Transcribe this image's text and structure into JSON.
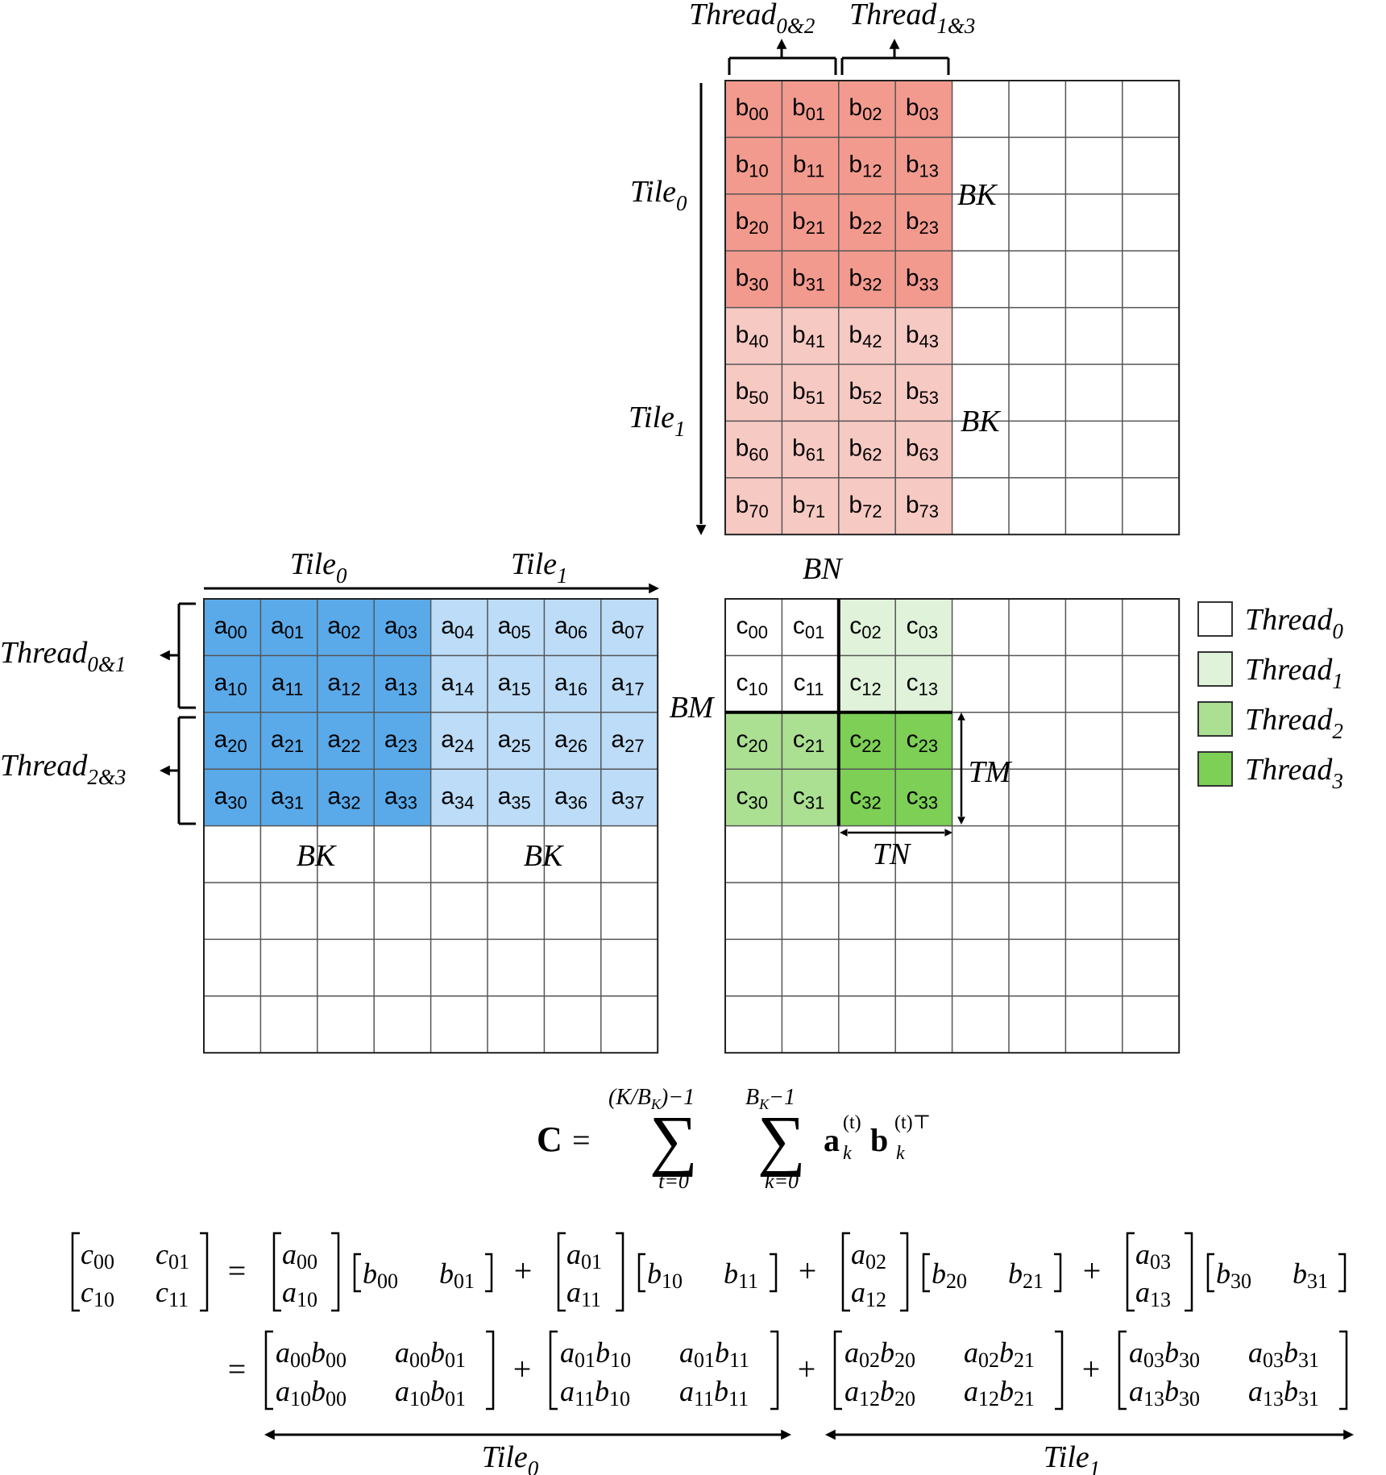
{
  "colors": {
    "b_tile0": "#f29a8e",
    "b_tile1": "#f7c9c3",
    "a_tile0": "#5aaaea",
    "a_tile1": "#bcdcf7",
    "thread0": "#ffffff",
    "thread1": "#e0f3da",
    "thread2": "#abdf92",
    "thread3": "#7dcf55",
    "grid": "#555555"
  },
  "matrixB": {
    "top_thread_labels": [
      {
        "base": "Thread",
        "sub": "0&2"
      },
      {
        "base": "Thread",
        "sub": "1&3"
      }
    ],
    "tile_labels": [
      {
        "base": "Tile",
        "sub": "0"
      },
      {
        "base": "Tile",
        "sub": "1"
      }
    ],
    "dim_labels": [
      "BK",
      "BK"
    ],
    "bottom_label": "BN",
    "cells": [
      [
        "00",
        "01",
        "02",
        "03"
      ],
      [
        "10",
        "11",
        "12",
        "13"
      ],
      [
        "20",
        "21",
        "22",
        "23"
      ],
      [
        "30",
        "31",
        "32",
        "33"
      ],
      [
        "40",
        "41",
        "42",
        "43"
      ],
      [
        "50",
        "51",
        "52",
        "53"
      ],
      [
        "60",
        "61",
        "62",
        "63"
      ],
      [
        "70",
        "71",
        "72",
        "73"
      ]
    ],
    "letter": "b"
  },
  "matrixA": {
    "tile_labels": [
      {
        "base": "Tile",
        "sub": "0"
      },
      {
        "base": "Tile",
        "sub": "1"
      }
    ],
    "thread_labels": [
      {
        "base": "Thread",
        "sub": "0&1"
      },
      {
        "base": "Thread",
        "sub": "2&3"
      }
    ],
    "dim_labels": [
      "BK",
      "BK"
    ],
    "side_label": "BM",
    "cells": [
      [
        "00",
        "01",
        "02",
        "03",
        "04",
        "05",
        "06",
        "07"
      ],
      [
        "10",
        "11",
        "12",
        "13",
        "14",
        "15",
        "16",
        "17"
      ],
      [
        "20",
        "21",
        "22",
        "23",
        "24",
        "25",
        "26",
        "27"
      ],
      [
        "30",
        "31",
        "32",
        "33",
        "34",
        "35",
        "36",
        "37"
      ]
    ],
    "letter": "a"
  },
  "matrixC": {
    "cells": [
      [
        "00",
        "01",
        "02",
        "03"
      ],
      [
        "10",
        "11",
        "12",
        "13"
      ],
      [
        "20",
        "21",
        "22",
        "23"
      ],
      [
        "30",
        "31",
        "32",
        "33"
      ]
    ],
    "letter": "c",
    "dim_labels": [
      "TM",
      "TN"
    ]
  },
  "legend": [
    {
      "base": "Thread",
      "sub": "0"
    },
    {
      "base": "Thread",
      "sub": "1"
    },
    {
      "base": "Thread",
      "sub": "2"
    },
    {
      "base": "Thread",
      "sub": "3"
    }
  ],
  "formula": {
    "lhs": "C",
    "eq": "=",
    "sum1_upper": "(K/B",
    "sum1_upper_sub": "K",
    "sum1_upper_tail": ")−1",
    "sum1_lower": "t=0",
    "sum2_upper": "B",
    "sum2_upper_sub": "K",
    "sum2_upper_tail": "−1",
    "sum2_lower": "k=0",
    "sigma": "∑",
    "term_a": "a",
    "term_b": "b",
    "sup_a": "(t)",
    "sup_b": "(t)⊤",
    "sub_k": "k"
  },
  "equation": {
    "eq": "=",
    "plus": "+",
    "c_matrix": [
      [
        "c",
        "00",
        "c",
        "01"
      ],
      [
        "c",
        "10",
        "c",
        "11"
      ]
    ],
    "terms": [
      {
        "a": [
          [
            "a",
            "00"
          ],
          [
            "a",
            "10"
          ]
        ],
        "b": [
          [
            "b",
            "00"
          ],
          [
            "b",
            "01"
          ]
        ]
      },
      {
        "a": [
          [
            "a",
            "01"
          ],
          [
            "a",
            "11"
          ]
        ],
        "b": [
          [
            "b",
            "10"
          ],
          [
            "b",
            "11"
          ]
        ]
      },
      {
        "a": [
          [
            "a",
            "02"
          ],
          [
            "a",
            "12"
          ]
        ],
        "b": [
          [
            "b",
            "20"
          ],
          [
            "b",
            "21"
          ]
        ]
      },
      {
        "a": [
          [
            "a",
            "03"
          ],
          [
            "a",
            "13"
          ]
        ],
        "b": [
          [
            "b",
            "30"
          ],
          [
            "b",
            "31"
          ]
        ]
      }
    ],
    "products": [
      [
        [
          "a",
          "00",
          "b",
          "00"
        ],
        [
          "a",
          "00",
          "b",
          "01"
        ],
        [
          "a",
          "10",
          "b",
          "00"
        ],
        [
          "a",
          "10",
          "b",
          "01"
        ]
      ],
      [
        [
          "a",
          "01",
          "b",
          "10"
        ],
        [
          "a",
          "01",
          "b",
          "11"
        ],
        [
          "a",
          "11",
          "b",
          "10"
        ],
        [
          "a",
          "11",
          "b",
          "11"
        ]
      ],
      [
        [
          "a",
          "02",
          "b",
          "20"
        ],
        [
          "a",
          "02",
          "b",
          "21"
        ],
        [
          "a",
          "12",
          "b",
          "20"
        ],
        [
          "a",
          "12",
          "b",
          "21"
        ]
      ],
      [
        [
          "a",
          "03",
          "b",
          "30"
        ],
        [
          "a",
          "03",
          "b",
          "31"
        ],
        [
          "a",
          "13",
          "b",
          "30"
        ],
        [
          "a",
          "13",
          "b",
          "31"
        ]
      ]
    ],
    "tile_labels": [
      {
        "base": "Tile",
        "sub": "0"
      },
      {
        "base": "Tile",
        "sub": "1"
      }
    ]
  }
}
